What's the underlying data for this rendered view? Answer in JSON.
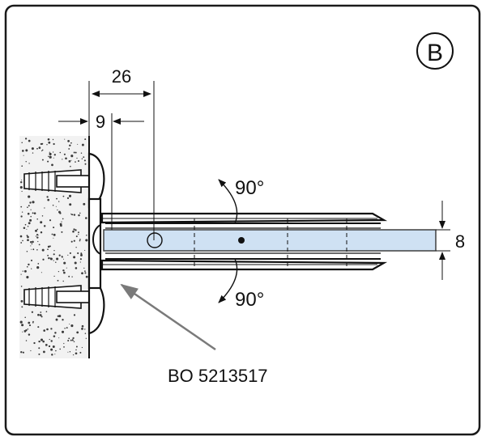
{
  "diagram": {
    "badge_letter": "B",
    "dimensions": {
      "offset_26": "26",
      "offset_9": "9",
      "glass_thickness": "8"
    },
    "rotation": {
      "up_label": "90°",
      "down_label": "90°"
    },
    "part_number": "BO 5213517"
  },
  "colors": {
    "frame": "#1a1a1a",
    "glass": "#cfe1f3",
    "glass_edge": "#333333",
    "wall_speckle": "#3a3a3a",
    "leader_arrow": "#7a7a7a"
  }
}
